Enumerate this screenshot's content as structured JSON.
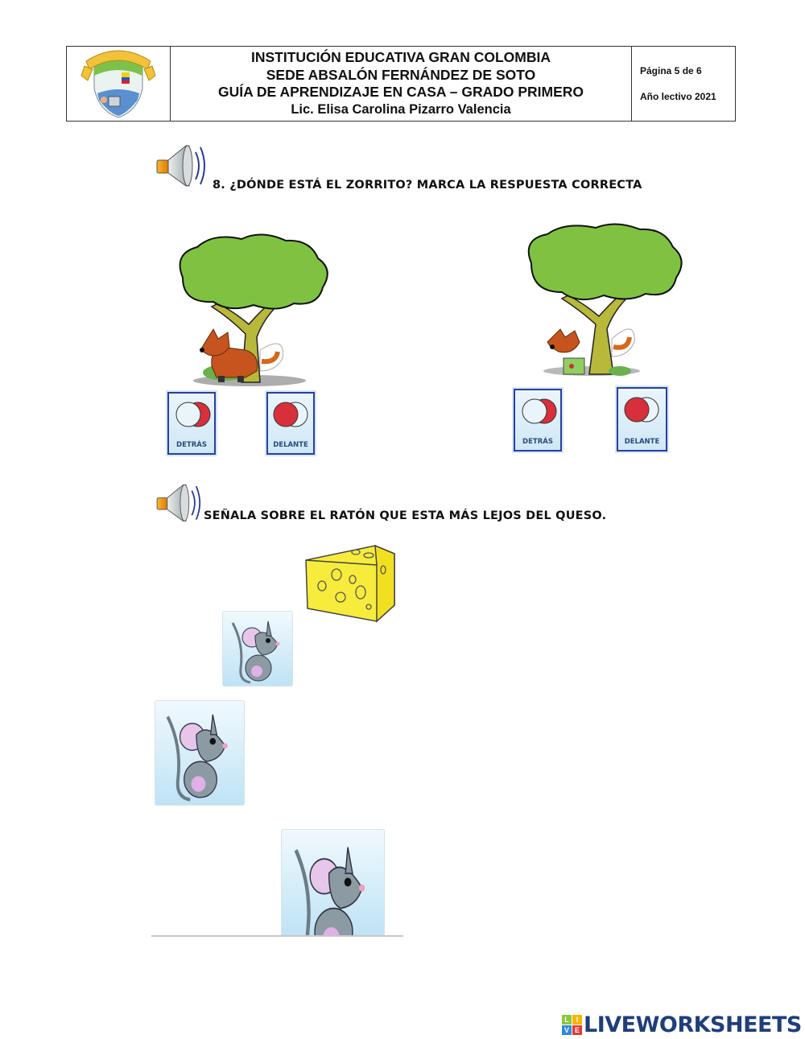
{
  "header": {
    "logo_alt": "Institución Educativa Gran Colombia logo",
    "title_lines": [
      "INSTITUCIÓN EDUCATIVA GRAN COLOMBIA",
      "SEDE ABSALÓN FERNÁNDEZ DE SOTO",
      "GUÍA DE APRENDIZAJE EN CASA – GRADO PRIMERO",
      "Lic. Elisa Carolina Pizarro Valencia"
    ],
    "page_label": "Página 5 de 6",
    "year_label": "Año lectivo 2021"
  },
  "question8": {
    "audio_icon": "speaker-icon",
    "title": "8. ¿DÓNDE ESTÁ EL ZORRITO? MARCA LA RESPUESTA CORRECTA",
    "scenes": [
      {
        "description": "fox in front of tree",
        "options": [
          {
            "label": "DETRÁS"
          },
          {
            "label": "DELANTE"
          }
        ]
      },
      {
        "description": "fox behind tree",
        "options": [
          {
            "label": "DETRÁS"
          },
          {
            "label": "DELANTE"
          }
        ]
      }
    ]
  },
  "question9": {
    "audio_icon": "speaker-icon",
    "title": "SEÑALA SOBRE EL RATÓN QUE ESTA MÁS LEJOS DEL QUESO.",
    "items": [
      "cheese",
      "mouse-near",
      "mouse-middle",
      "mouse-far"
    ]
  },
  "footer": {
    "brand": "LIVEWORKSHEETS",
    "badge_letters": [
      "L",
      "I",
      "V",
      "E"
    ],
    "badge_colors": [
      "#8cc63f",
      "#f7b500",
      "#2e8bd8",
      "#e53935"
    ]
  }
}
